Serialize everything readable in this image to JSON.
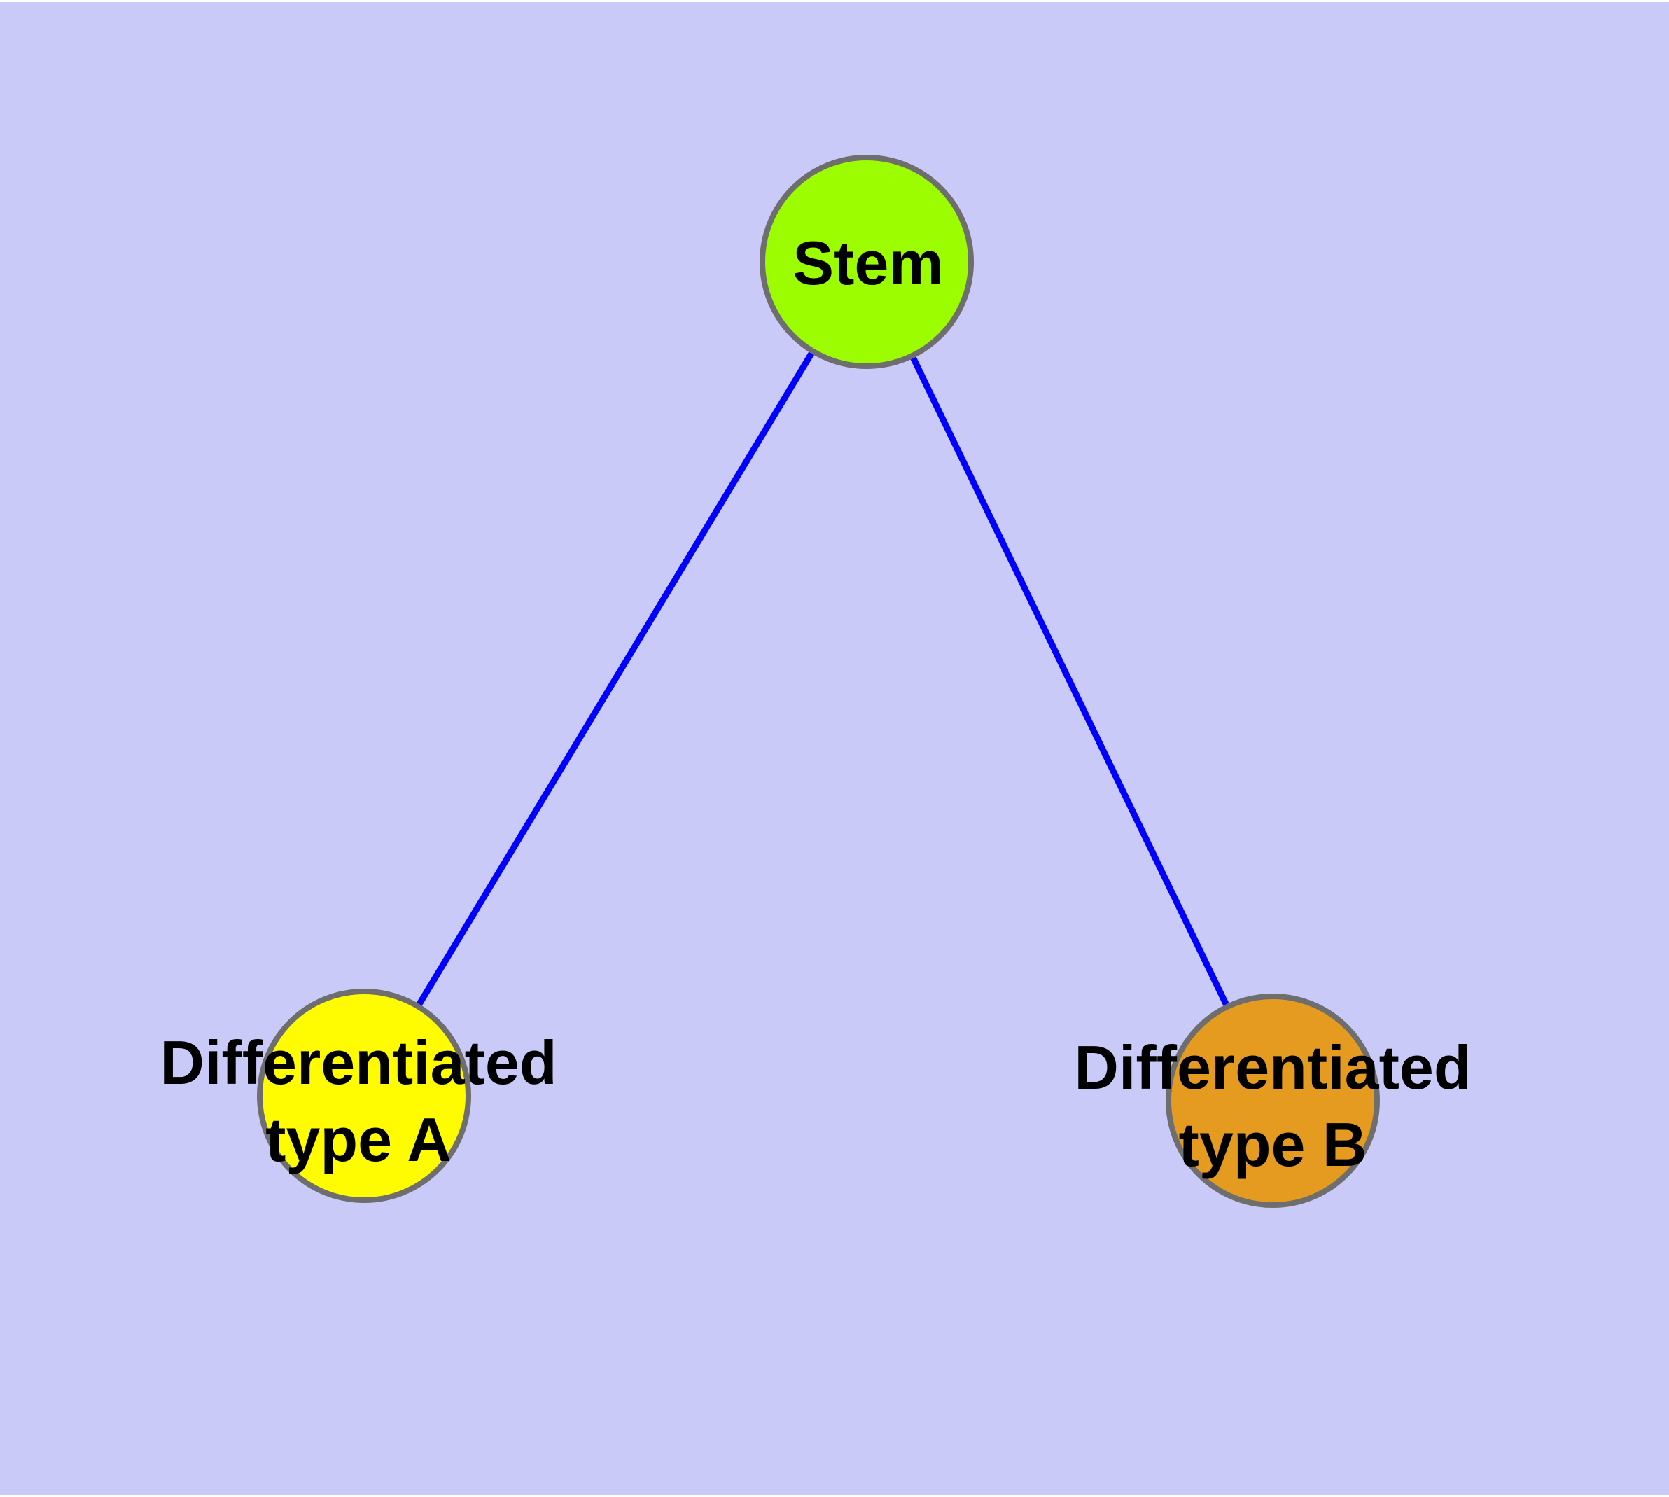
{
  "figure": {
    "description": "Graph diagram of stem cell differentiation: one stem node with edges to two differentiated cell-type nodes",
    "page_color": "#ffffff",
    "background_color": "#cacaf8",
    "edge_color": "#0000ff",
    "node_border_color": "#6e6e6e",
    "label_color": "#000000",
    "nodes": [
      {
        "id": "stem",
        "label": "Stem",
        "lines": [
          "Stem"
        ],
        "fill": "#9bfd00"
      },
      {
        "id": "type-a",
        "label": "Differentiated type A",
        "lines": [
          "Differentiated",
          "type A"
        ],
        "fill": "#fffb00"
      },
      {
        "id": "type-b",
        "label": "Differentiated type B",
        "lines": [
          "Differentiated",
          "type B"
        ],
        "fill": "#e49b20"
      }
    ],
    "edges": [
      {
        "from": "Stem",
        "to": "Differentiated type A"
      },
      {
        "from": "Stem",
        "to": "Differentiated type B"
      }
    ]
  }
}
